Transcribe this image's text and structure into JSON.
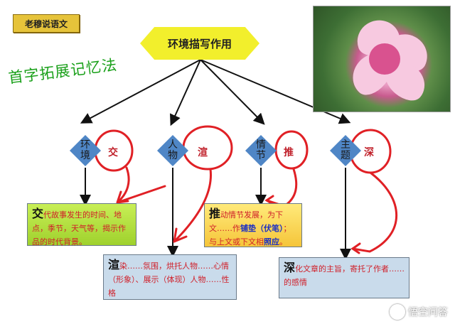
{
  "badge": "老穆说语文",
  "title": "环境描写作用",
  "slogan": "首字拓展记忆法",
  "nodes": [
    {
      "diamond": "环\n境",
      "first_char": "交"
    },
    {
      "diamond": "人\n物",
      "first_char": "渲"
    },
    {
      "diamond": "情\n节",
      "first_char": "推"
    },
    {
      "diamond": "主\n题",
      "first_char": "深"
    }
  ],
  "boxes": {
    "jiao": {
      "lead": "交",
      "text": "代故事发生的时间、地点，季节，天气等，揭示作品的时代背景。"
    },
    "tui": {
      "lead": "推",
      "part1": "动情节发展，为下文……作",
      "highlight1": "铺垫（伏笔）",
      "part2": "；与上文或下文相",
      "highlight2": "照应",
      "part3": "。"
    },
    "xuan": {
      "lead": "渲",
      "text": "染……氛围，烘托人物……心情（形象）、展示（体现）人物……性格"
    },
    "shen": {
      "lead": "深",
      "text": "化文章的主旨，寄托了作者……的感情"
    }
  },
  "watermark": "悟空问答",
  "colors": {
    "diamond": "#4f86c6",
    "red": "#d0202a",
    "green_text": "#1aa01a"
  }
}
